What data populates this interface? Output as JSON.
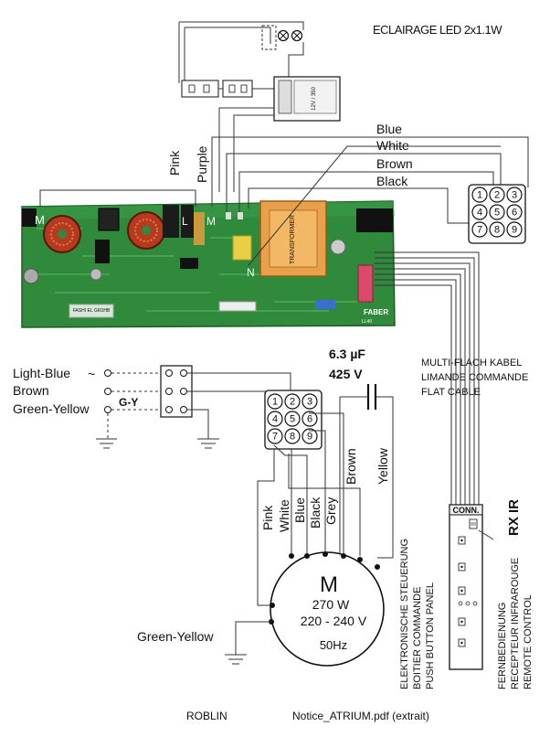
{
  "led_label": "ECLAIRAGE LED  2x1.1W",
  "pcb_wires": {
    "pink": "Pink",
    "purple": "Purple",
    "blue": "Blue",
    "white": "White",
    "brown": "Brown",
    "black": "Black"
  },
  "pcb_terminals": {
    "m1": "M",
    "l": "L",
    "m2": "M",
    "neutral": "N"
  },
  "pcb_silk": {
    "fabric": "FASHI EL G6OHB",
    "brand": "FABER",
    "model": "LL40"
  },
  "connector_pins": [
    "1",
    "2",
    "3",
    "4",
    "5",
    "6",
    "7",
    "8",
    "9"
  ],
  "mains": {
    "light_blue": "Light-Blue",
    "brown": "Brown",
    "green_yellow": "Green-Yellow",
    "ac_symbol": "~",
    "gy": "G-Y"
  },
  "capacitor": {
    "capacitance": "6.3 µF",
    "voltage": "425 V"
  },
  "motor_wires": {
    "pink": "Pink",
    "white": "White",
    "blue": "Blue",
    "black": "Black",
    "grey": "Grey",
    "brown": "Brown",
    "yellow": "Yellow"
  },
  "motor": {
    "symbol": "M",
    "power": "270 W",
    "voltage": "220 - 240 V",
    "frequency": "50Hz",
    "ground": "Green-Yellow"
  },
  "flat_cable": {
    "line1": "MULTI-FLACH KABEL",
    "line2": "LIMANDE COMMANDE",
    "line3": "FLAT CABLE"
  },
  "panel": {
    "conn": "CONN.",
    "rxir": "RX IR",
    "line1": "ELEKTRONISCHE STEUERUNG",
    "line2": "BOITIER COMMANDE",
    "line3": "PUSH BUTTON PANEL"
  },
  "remote": {
    "line1": "FERNBEDIENUNG",
    "line2": "RECEPTEUR INFRAROUGE",
    "line3": "REMOTE CONTROL"
  },
  "footer": {
    "left": "ROBLIN",
    "right": "Notice_ATRIUM.pdf (extrait)"
  }
}
